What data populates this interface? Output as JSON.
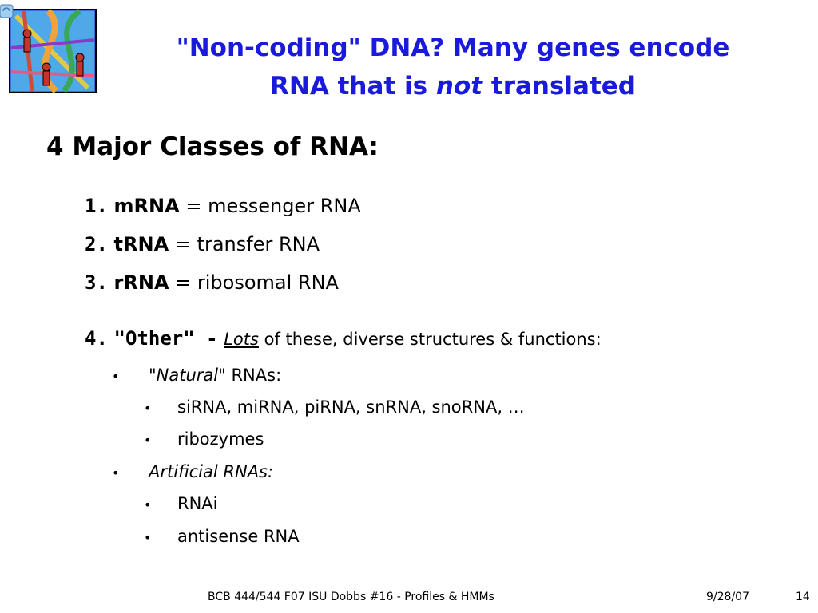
{
  "title": {
    "line1": "\"Non-coding\" DNA? Many genes encode",
    "line2_pre": "RNA that is ",
    "line2_em": "not",
    "line2_post": " translated"
  },
  "heading": "4 Major Classes of RNA:",
  "numbered": [
    {
      "num": "1.",
      "term": "mRNA",
      "desc": " = messenger RNA"
    },
    {
      "num": "2.",
      "term": "tRNA",
      "desc": " = transfer RNA"
    },
    {
      "num": "3.",
      "term": "rRNA",
      "desc": " = ribosomal RNA"
    }
  ],
  "other": {
    "num": "4.",
    "label": "\"Other\" -",
    "lots": "Lots",
    "desc": " of these, diverse structures & functions:"
  },
  "natural": {
    "bullet": "•",
    "label_italic": "\"Natural\"",
    "label_rest": " RNAs:",
    "items": [
      "siRNA, miRNA, piRNA, snRNA, snoRNA, …",
      "ribozymes"
    ]
  },
  "artificial": {
    "bullet": "•",
    "label_italic": "Artificial RNAs:",
    "items": [
      "RNAi",
      "antisense RNA"
    ]
  },
  "footer": {
    "course": "BCB 444/544 F07 ISU Dobbs #16 - Profiles & HMMs",
    "date": "9/28/07",
    "page": "14"
  },
  "colors": {
    "title": "#1a1adc",
    "text": "#000000",
    "background": "#ffffff"
  },
  "icons": {
    "clipart": "dna-helix-clipart-icon"
  }
}
